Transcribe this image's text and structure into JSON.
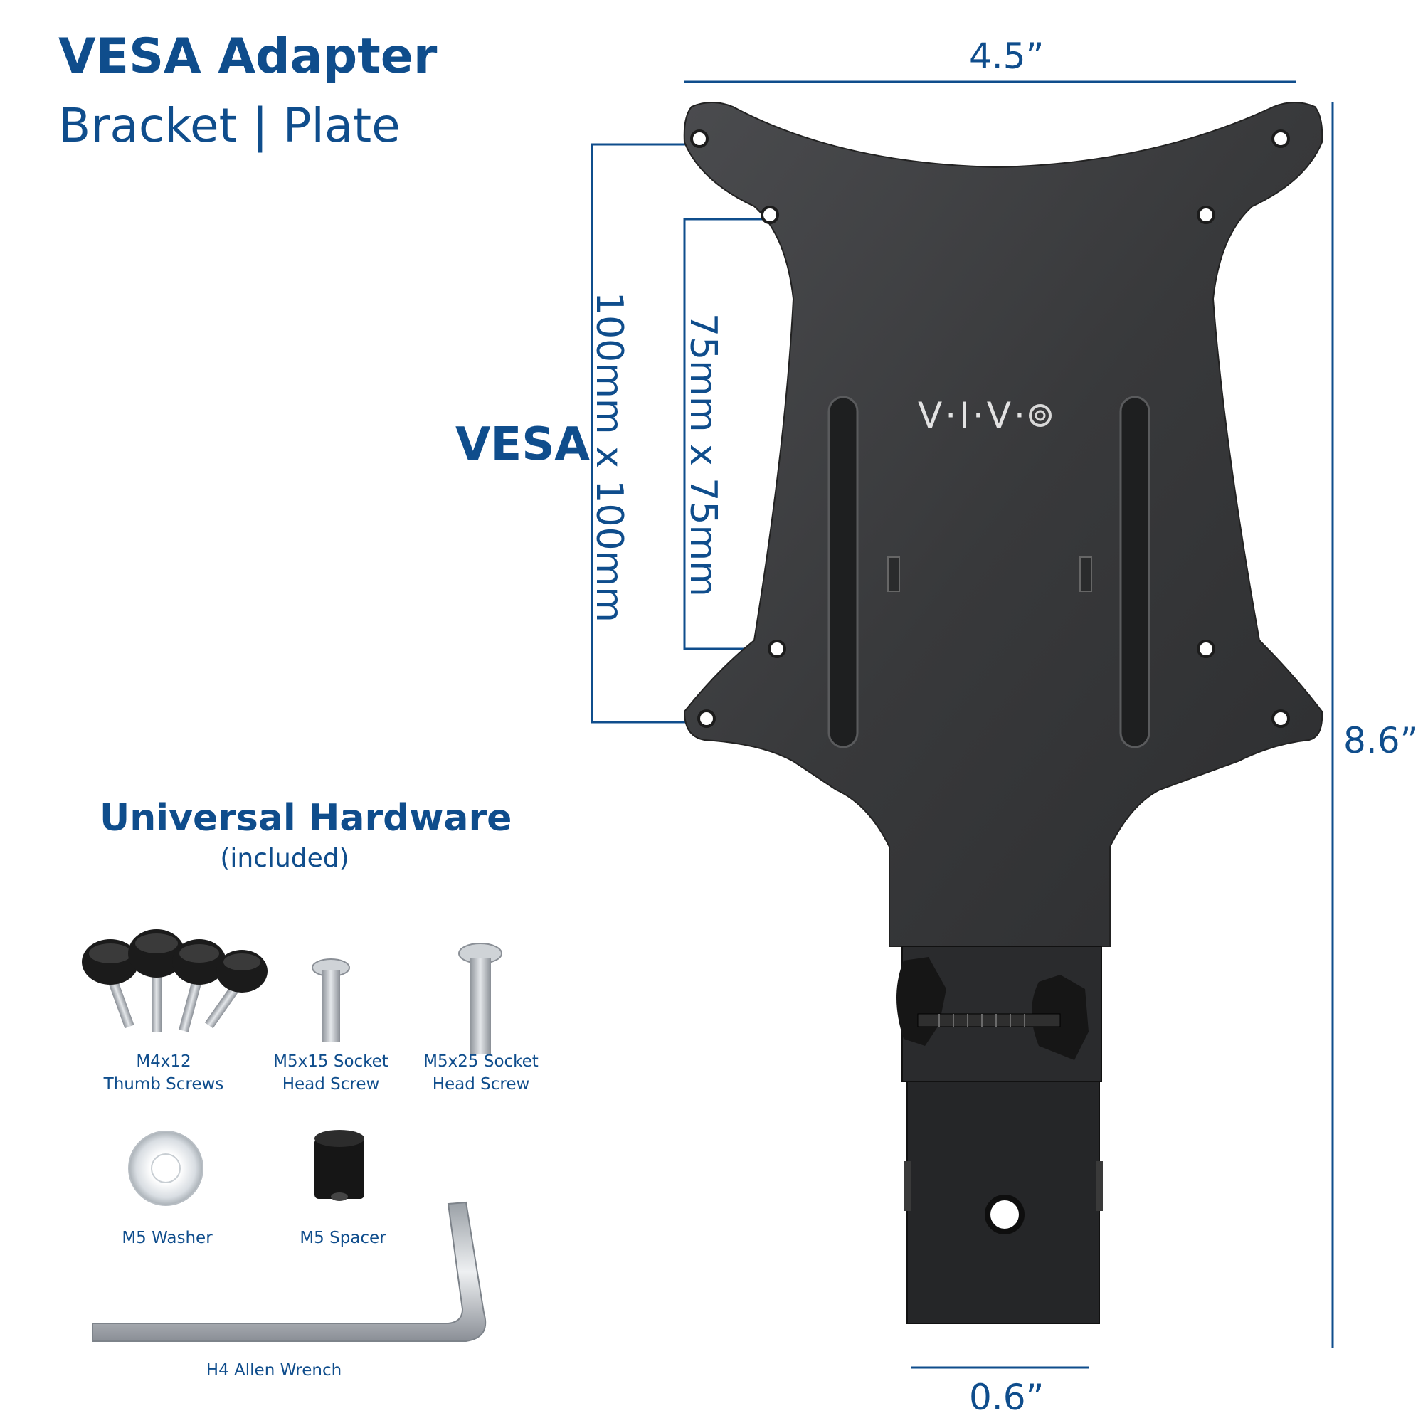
{
  "header": {
    "title": "VESA Adapter",
    "subtitle": "Bracket | Plate"
  },
  "dimensions": {
    "width": "4.5”",
    "height": "8.6”",
    "clamp_width": "0.6”"
  },
  "vesa": {
    "label": "VESA",
    "pattern_large": "100mm x 100mm",
    "pattern_small": "75mm x 75mm"
  },
  "brand": {
    "logo_text": "V·I·V·"
  },
  "hardware": {
    "title": "Universal Hardware",
    "subtitle": "(included)",
    "items": [
      {
        "line1": "M4x12",
        "line2": "Thumb Screws"
      },
      {
        "line1": "M5x15 Socket",
        "line2": "Head Screw"
      },
      {
        "line1": "M5x25 Socket",
        "line2": "Head Screw"
      },
      {
        "line1": "M5 Washer",
        "line2": ""
      },
      {
        "line1": "M5 Spacer",
        "line2": ""
      },
      {
        "line1": "H4 Allen Wrench",
        "line2": ""
      }
    ]
  },
  "colors": {
    "accent": "#0f4d8c",
    "plate": "#3a3b3d",
    "background": "#ffffff"
  }
}
